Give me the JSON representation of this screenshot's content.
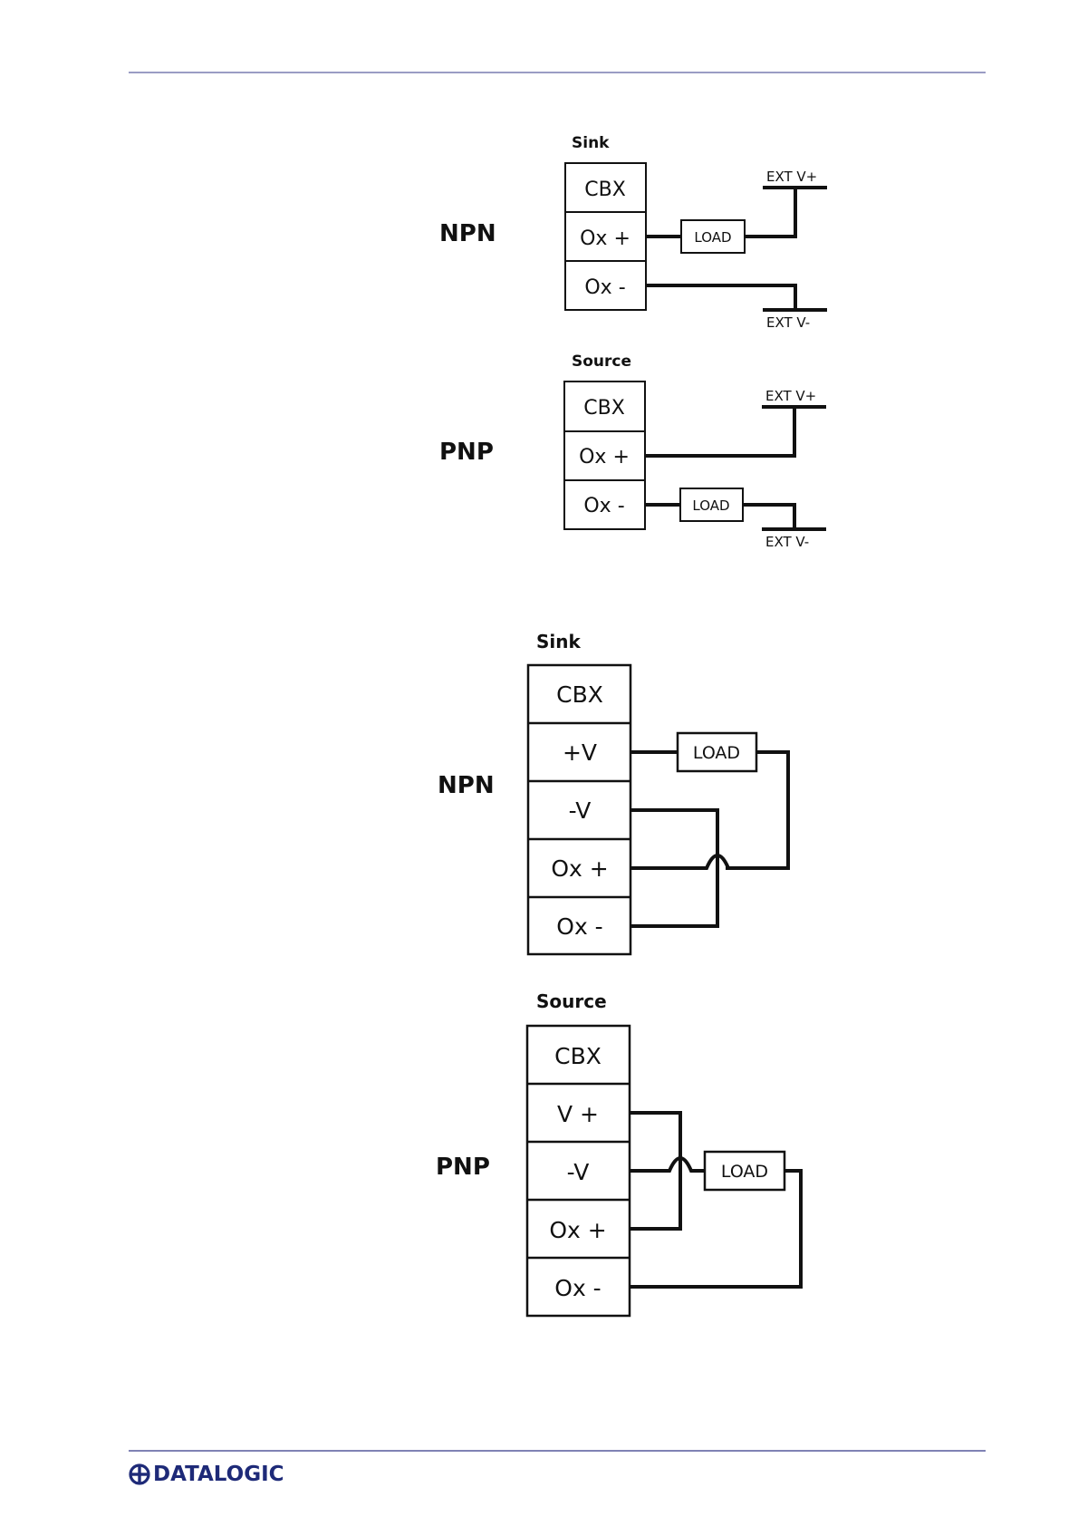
{
  "brand": {
    "name": "DATALOGIC",
    "color": "#1e2a78",
    "mark_icon": "datalogic-logo-icon"
  },
  "diagram1": {
    "sink": {
      "title": "Sink",
      "mode": "NPN",
      "cells": [
        "CBX",
        "Ox +",
        "Ox -"
      ],
      "load": "LOAD",
      "ext_plus": "EXT  V+",
      "ext_minus": "EXT  V-"
    },
    "source": {
      "title": "Source",
      "mode": "PNP",
      "cells": [
        "CBX",
        "Ox +",
        "Ox -"
      ],
      "load": "LOAD",
      "ext_plus": "EXT  V+",
      "ext_minus": "EXT  V-"
    }
  },
  "diagram2": {
    "sink": {
      "title": "Sink",
      "mode": "NPN",
      "cells": [
        "CBX",
        "+V",
        "-V",
        "Ox +",
        "Ox -"
      ],
      "load": "LOAD"
    },
    "source": {
      "title": "Source",
      "mode": "PNP",
      "cells": [
        "CBX",
        "V +",
        "-V",
        "Ox +",
        "Ox -"
      ],
      "load": "LOAD"
    }
  }
}
